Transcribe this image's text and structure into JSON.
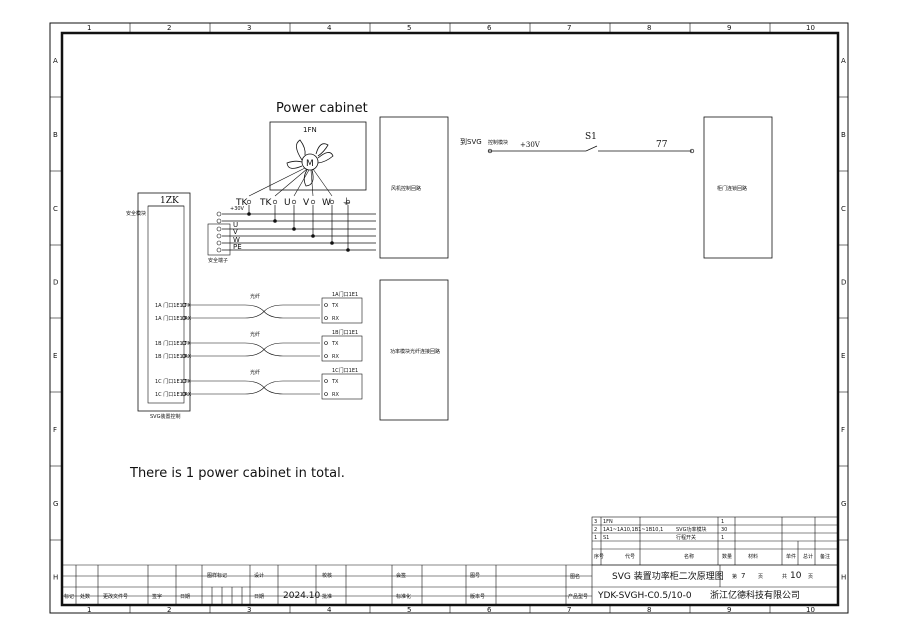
{
  "frame": {
    "columns": [
      "1",
      "2",
      "3",
      "4",
      "5",
      "6",
      "7",
      "8",
      "9",
      "10"
    ],
    "rows": [
      "A",
      "B",
      "C",
      "D",
      "E",
      "F",
      "G",
      "H"
    ]
  },
  "annotations": {
    "power_cabinet_title": "Power cabinet",
    "summary": "There is 1 power cabinet in total."
  },
  "left_module": {
    "title": "1ZK",
    "side_label": "安全模块",
    "bottom_label": "SVG装置控制",
    "ports": [
      "1A 门口1E1 TX",
      "1A 门口1E1 RX",
      "1B 门口1E1 TX",
      "1B 门口1E1 RX",
      "1C 门口1E1 TX",
      "1C 门口1E1 RX"
    ]
  },
  "fan": {
    "tag": "1FN",
    "motor": "M",
    "terminals": [
      "TK",
      "TK",
      "U",
      "V",
      "W",
      "⏚"
    ]
  },
  "terminal_block": {
    "label": "安全端子",
    "supply": "+30V",
    "phases": [
      "U",
      "V",
      "W",
      "PE"
    ]
  },
  "fiber": {
    "labels": [
      "光纤",
      "光纤",
      "光纤"
    ],
    "units": [
      {
        "name": "1A门口1E1",
        "tx": "TX",
        "rx": "RX"
      },
      {
        "name": "1B门口1E1",
        "tx": "TX",
        "rx": "RX"
      },
      {
        "name": "1C门口1E1",
        "tx": "TX",
        "rx": "RX"
      }
    ]
  },
  "boxes": {
    "fan_control": "风机控制回路",
    "power_module_fiber": "功率模块光纤连接回路",
    "door_interlock": "柜门连锁回路"
  },
  "svg_line": {
    "label": "到SVG",
    "sub_label": "控制模块",
    "voltage": "+30V",
    "switch": "S1",
    "wire_number": "77"
  },
  "parts_table": {
    "rows": [
      {
        "index": "3",
        "code": "1FN",
        "name": "",
        "qty": "1",
        "note": ""
      },
      {
        "index": "2",
        "code": "1A1~1A10,1B1~1B10,1",
        "name": "SVG功率模块",
        "qty": "30",
        "note": ""
      },
      {
        "index": "1",
        "code": "S1",
        "name": "行程开关",
        "qty": "1",
        "note": ""
      }
    ],
    "header": [
      "序号",
      "代号",
      "名称",
      "数量",
      "材料",
      "单件",
      "总计",
      "备注"
    ]
  },
  "title_block": {
    "revision_header": [
      "标记",
      "处数",
      "更改文件号",
      "签字",
      "日期"
    ],
    "roles": [
      "图样标记",
      "设计",
      "校核",
      "会签",
      "标准化",
      "图号",
      "审核",
      "版本号",
      "批准",
      "日期"
    ],
    "date": "2024.10",
    "drawing_label": "图名",
    "drawing_name": "SVG 装置功率柜二次原理图",
    "product_label": "产品型号",
    "product_code": "YDK-SVGH-C0.5/10-0",
    "company": "浙江亿德科技有限公司",
    "sheet_label": "第",
    "sheet_no": "7",
    "page_unit": "页",
    "total_label": "共",
    "total_pages": "10",
    "total_unit": "页"
  },
  "colors": {
    "ink": "#111111",
    "paper": "#ffffff"
  }
}
